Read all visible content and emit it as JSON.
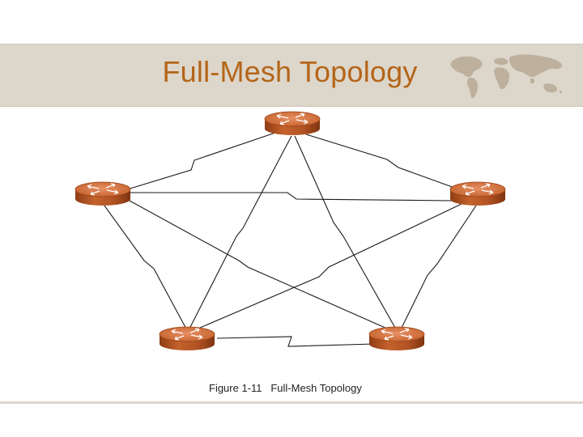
{
  "slide": {
    "title": "Full-Mesh Topology",
    "caption": "Figure 1-11   Full-Mesh Topology"
  },
  "diagram": {
    "type": "full-mesh",
    "nodes": [
      "router-top",
      "router-left",
      "router-right",
      "router-bottom-left",
      "router-bottom-right"
    ],
    "links": [
      [
        "router-top",
        "router-left"
      ],
      [
        "router-top",
        "router-right"
      ],
      [
        "router-top",
        "router-bottom-left"
      ],
      [
        "router-top",
        "router-bottom-right"
      ],
      [
        "router-left",
        "router-right"
      ],
      [
        "router-left",
        "router-bottom-left"
      ],
      [
        "router-left",
        "router-bottom-right"
      ],
      [
        "router-right",
        "router-bottom-left"
      ],
      [
        "router-right",
        "router-bottom-right"
      ],
      [
        "router-bottom-left",
        "router-bottom-right"
      ]
    ]
  },
  "colors": {
    "accent": "#b46518",
    "band": "#ddd6cb",
    "router_body": "#c4622c",
    "router_top": "#d8774a",
    "link": "#1a1a1a"
  }
}
